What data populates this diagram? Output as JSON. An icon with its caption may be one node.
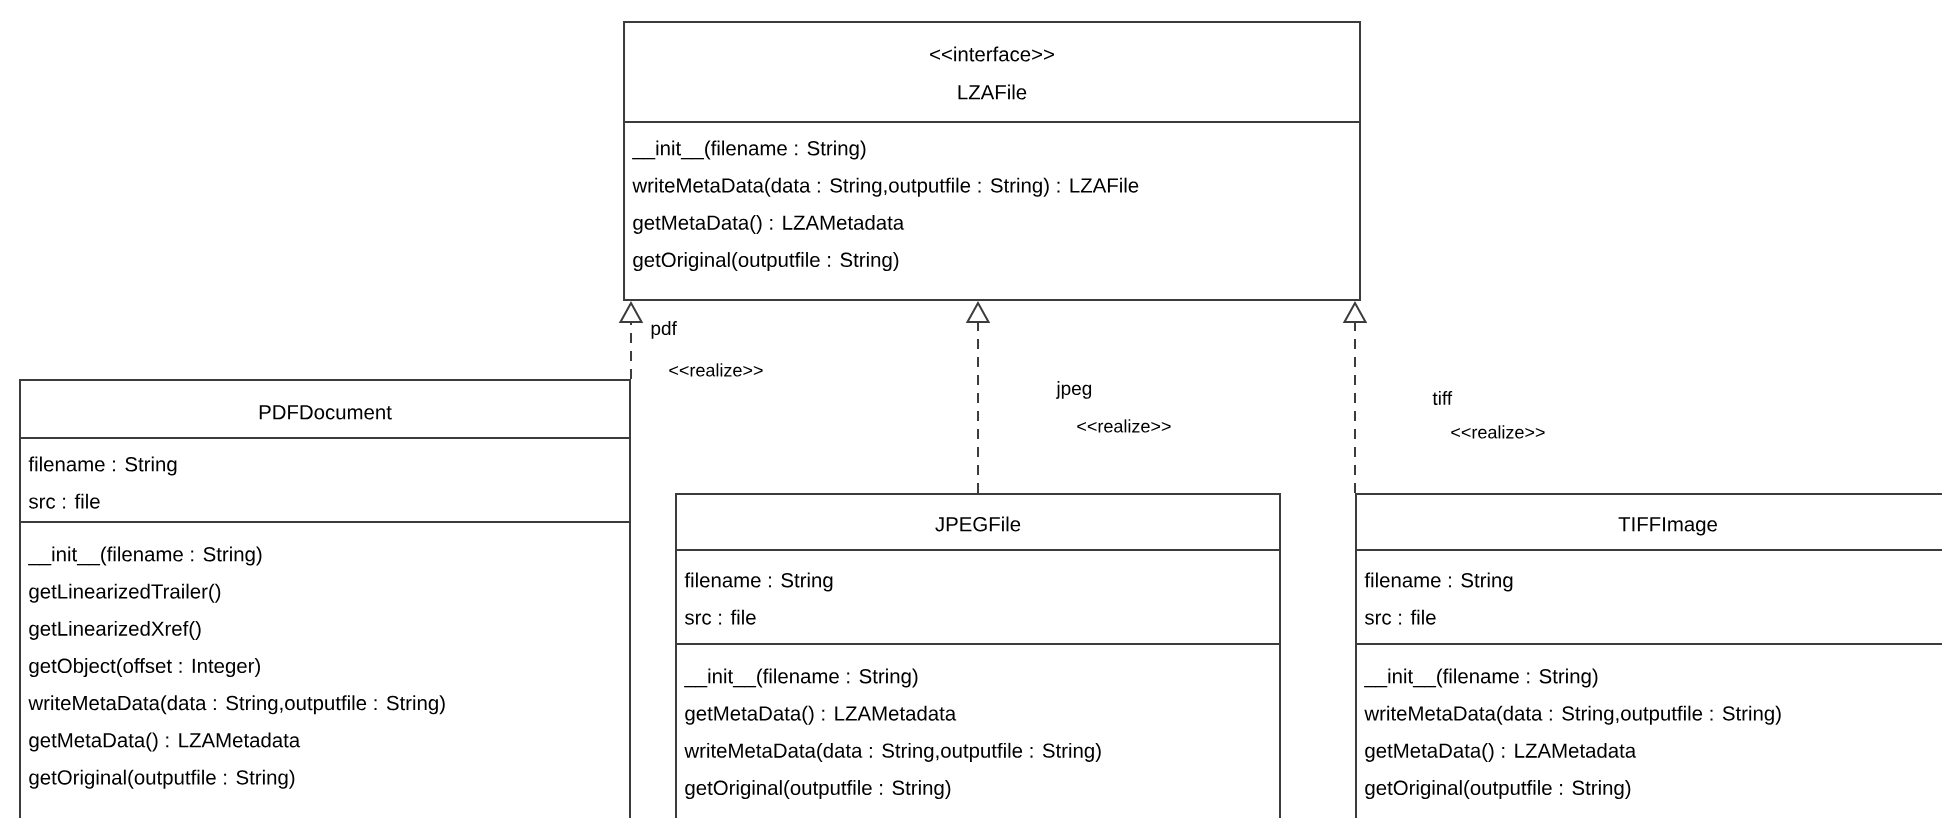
{
  "diagram": {
    "nodes": [
      {
        "text": [
          "<<interface>>",
          "LZAFile",
          "__init__(filename : String)",
          "writeMetaData(data : String,outputfile : String) : LZAFile",
          "getMetaData() : LZAMetadata",
          "getOriginal(outputfile : String)"
        ]
      },
      {
        "text": [
          "PDFDocument",
          "filename : String",
          "src : file",
          "__init__(filename : String)",
          "getLinearizedTrailer()",
          "getLinearizedXref()",
          "getObject(offset : Integer)",
          "writeMetaData(data : String,outputfile : String)",
          "getMetaData() : LZAMetadata",
          "getOriginal(outputfile : String)"
        ]
      },
      {
        "text": [
          "JPEGFile",
          "filename : String",
          "src : file",
          "__init__(filename : String)",
          "getMetaData() : LZAMetadata",
          "writeMetaData(data : String,outputfile : String)",
          "getOriginal(outputfile : String)"
        ]
      },
      {
        "text": [
          "TIFFImage",
          "filename : String",
          "src : file",
          "__init__(filename : String)",
          "writeMetaData(data : String,outputfile : String)",
          "getMetaData() : LZAMetadata",
          "getOriginal(outputfile : String)"
        ]
      }
    ],
    "edges": [
      {
        "from": 1,
        "to": 0,
        "arrow": "to",
        "style": "dashed",
        "label": "pdf"
      },
      {
        "from": 2,
        "to": 0,
        "arrow": "to",
        "style": "dashed",
        "label": "jpeg"
      },
      {
        "from": 3,
        "to": 0,
        "arrow": "to",
        "style": "dashed",
        "label": "tiff"
      }
    ],
    "labels": [
      "<<realize>>",
      "<<realize>>",
      "<<realize>>"
    ]
  }
}
